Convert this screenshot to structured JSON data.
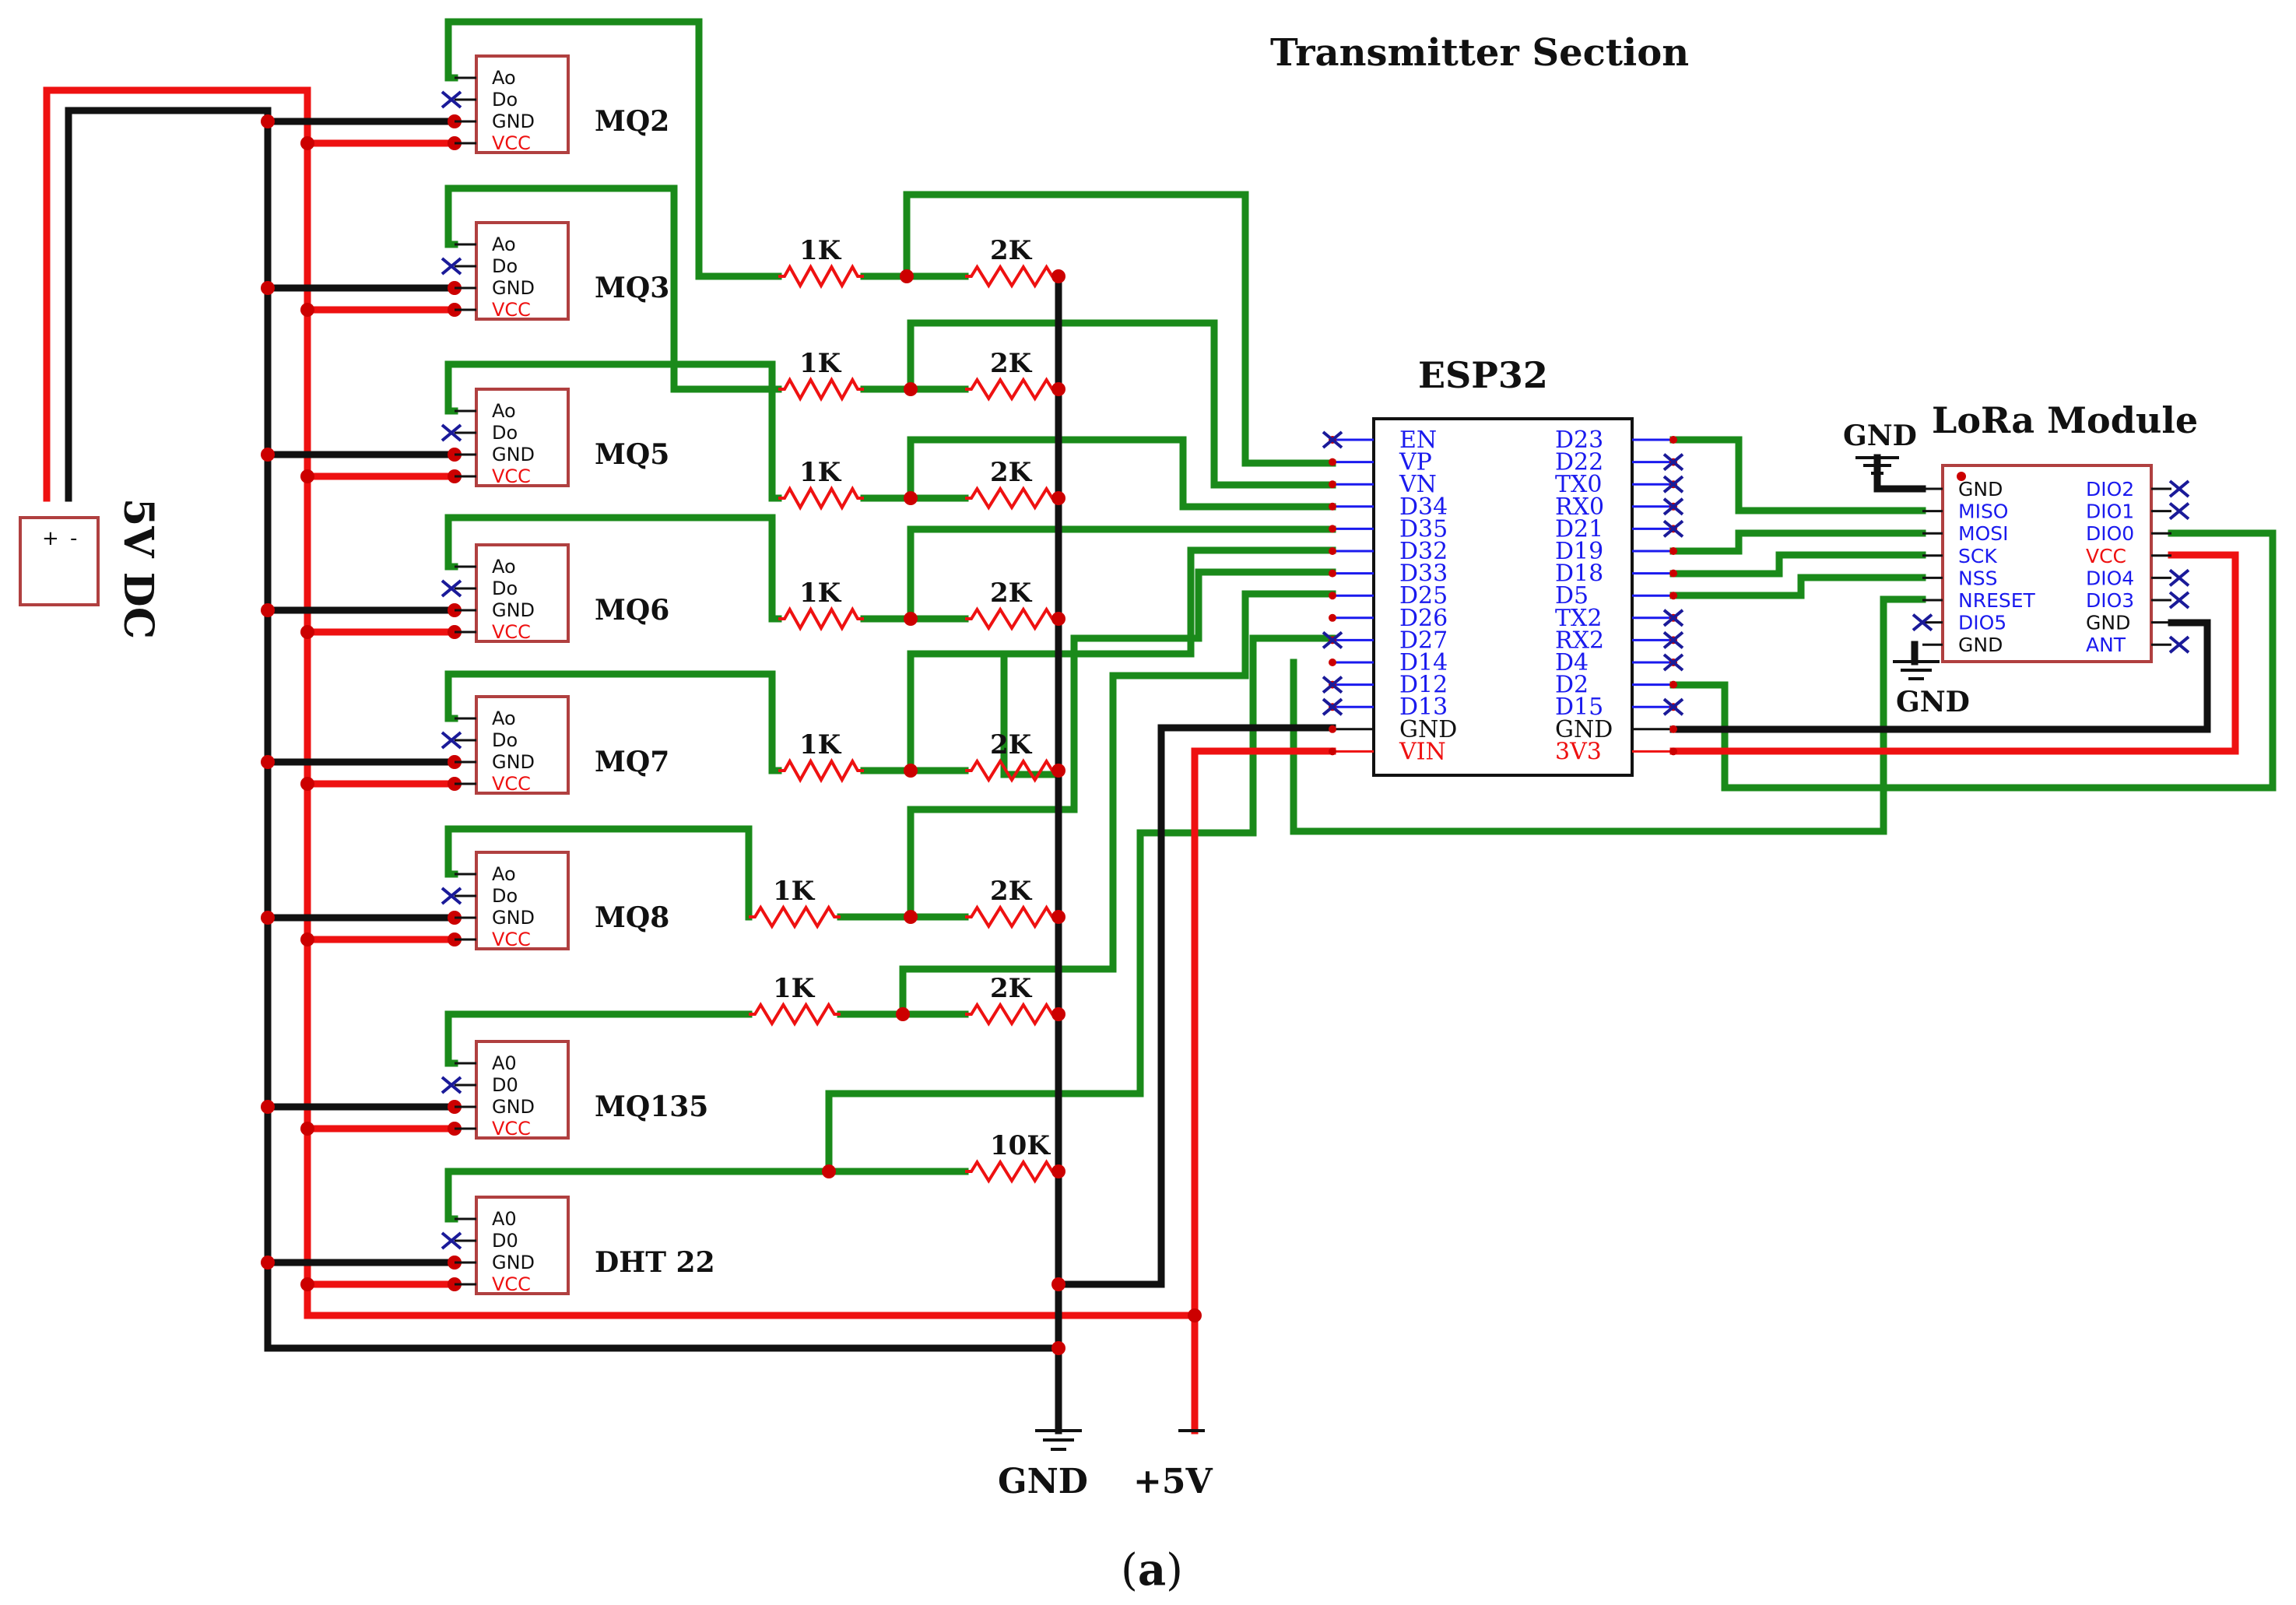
{
  "title": "Transmitter Section",
  "caption_letter": "a",
  "power_source": {
    "label": "5V DC",
    "plus": "+",
    "minus": "-"
  },
  "ground_label": "GND",
  "supply_label": "+5V",
  "lora_ground_top": "GND",
  "lora_ground_bottom": "GND",
  "sensors": [
    {
      "name": "MQ2",
      "pins": [
        "Ao",
        "Do",
        "GND",
        "VCC"
      ],
      "r1": "1K",
      "r2": "2K"
    },
    {
      "name": "MQ3",
      "pins": [
        "Ao",
        "Do",
        "GND",
        "VCC"
      ],
      "r1": "1K",
      "r2": "2K"
    },
    {
      "name": "MQ5",
      "pins": [
        "Ao",
        "Do",
        "GND",
        "VCC"
      ],
      "r1": "1K",
      "r2": "2K"
    },
    {
      "name": "MQ6",
      "pins": [
        "Ao",
        "Do",
        "GND",
        "VCC"
      ],
      "r1": "1K",
      "r2": "2K"
    },
    {
      "name": "MQ7",
      "pins": [
        "Ao",
        "Do",
        "GND",
        "VCC"
      ],
      "r1": "1K",
      "r2": "2K"
    },
    {
      "name": "MQ8",
      "pins": [
        "Ao",
        "Do",
        "GND",
        "VCC"
      ],
      "r1": "1K",
      "r2": "2K"
    },
    {
      "name": "MQ135",
      "pins": [
        "A0",
        "D0",
        "GND",
        "VCC"
      ],
      "r1": "1K",
      "r2": "2K"
    },
    {
      "name": "DHT 22",
      "pins": [
        "A0",
        "D0",
        "GND",
        "VCC"
      ],
      "r1": "",
      "r2": "10K"
    }
  ],
  "esp32": {
    "name": "ESP32",
    "left_pins": [
      "EN",
      "VP",
      "VN",
      "D34",
      "D35",
      "D32",
      "D33",
      "D25",
      "D26",
      "D27",
      "D14",
      "D12",
      "D13",
      "GND",
      "VIN"
    ],
    "right_pins": [
      "D23",
      "D22",
      "TX0",
      "RX0",
      "D21",
      "D19",
      "D18",
      "D5",
      "TX2",
      "RX2",
      "D4",
      "D2",
      "D15",
      "GND",
      "3V3"
    ]
  },
  "lora": {
    "name": "LoRa Module",
    "left_pins": [
      "GND",
      "MISO",
      "MOSI",
      "SCK",
      "NSS",
      "NRESET",
      "DIO5",
      "GND"
    ],
    "right_pins": [
      "DIO2",
      "DIO1",
      "DIO0",
      "VCC",
      "DIO4",
      "DIO3",
      "GND",
      "ANT"
    ]
  },
  "colors": {
    "power": "#ee1111",
    "ground": "#111111",
    "signal": "#1a8a1a",
    "pin_text": "#1a1aee",
    "module_border": "#b04040",
    "nc_mark": "#1a1a99"
  }
}
